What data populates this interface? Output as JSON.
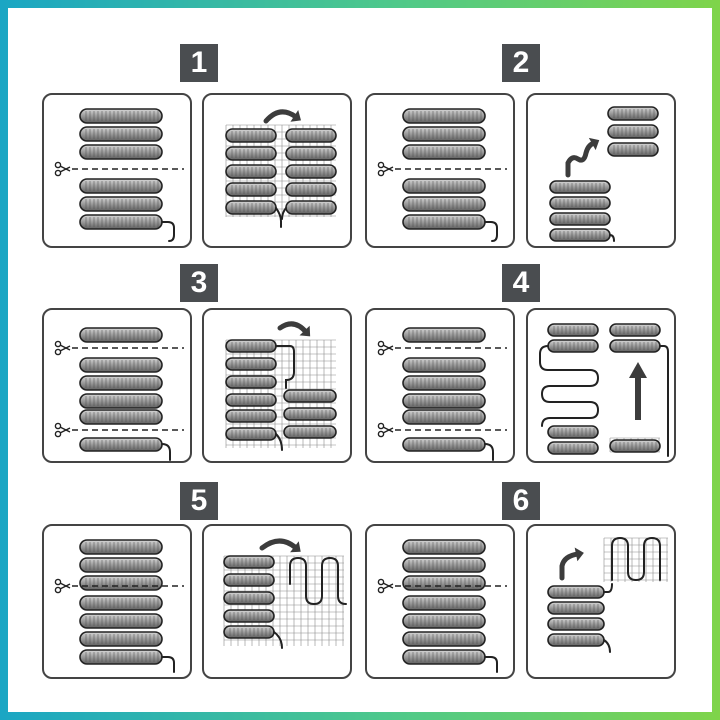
{
  "steps": [
    {
      "number": "1"
    },
    {
      "number": "2"
    },
    {
      "number": "3"
    },
    {
      "number": "4"
    },
    {
      "number": "5"
    },
    {
      "number": "6"
    }
  ],
  "colors": {
    "frame_gradient": [
      "#1aa6c4",
      "#4fc98a",
      "#7fd44a"
    ],
    "badge": "#4a4d50",
    "outline": "#222222",
    "coil_fill": "#9a9a9a",
    "grid": "#8c8c8c"
  },
  "icons": [
    "scissors-icon",
    "curved-arrow-icon",
    "up-arrow-icon",
    "cut-line"
  ]
}
